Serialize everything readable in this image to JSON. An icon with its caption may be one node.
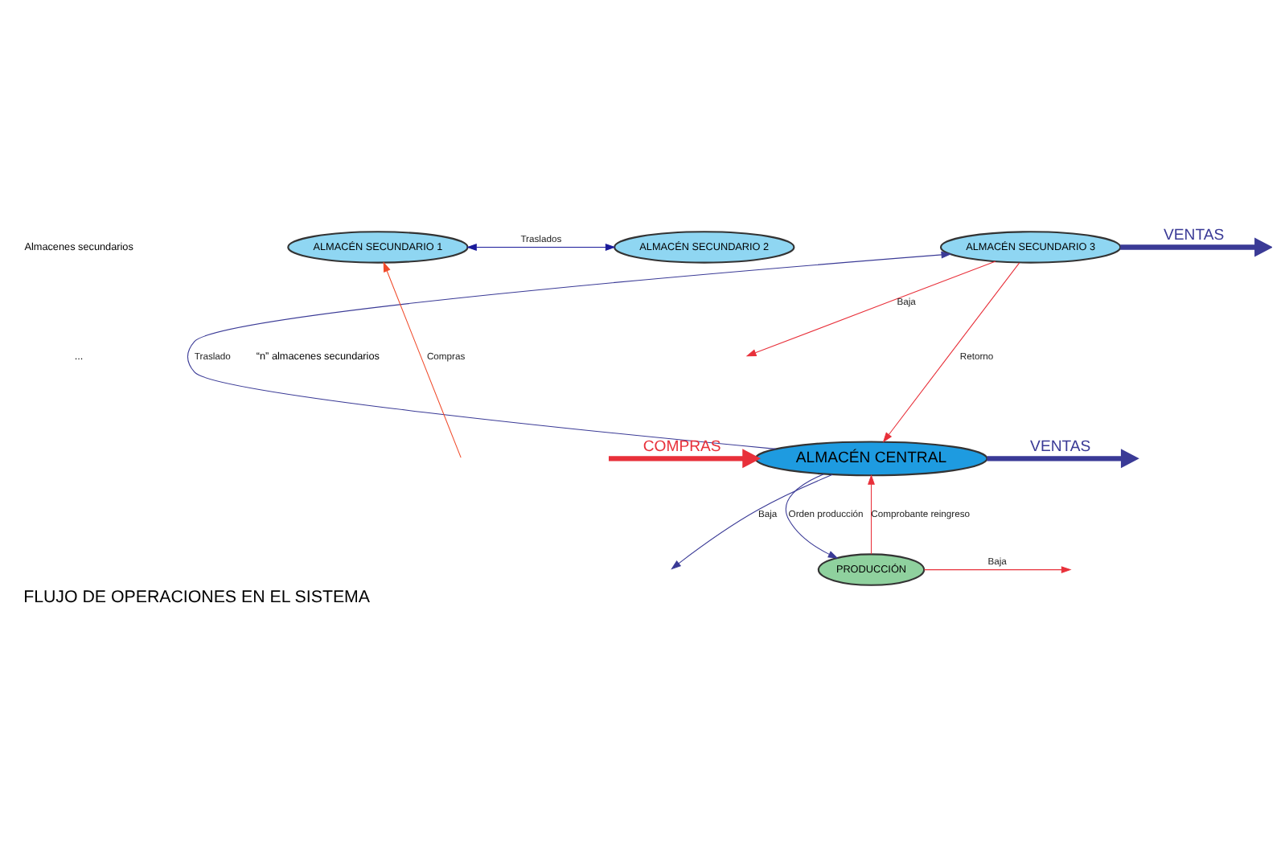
{
  "diagram": {
    "title": "FLUJO DE OPERACIONES EN EL SISTEMA",
    "nodes": [
      {
        "text": [
          "ALMACÉN SECUNDARIO 1"
        ]
      },
      {
        "text": [
          "ALMACÉN SECUNDARIO 2"
        ]
      },
      {
        "text": [
          "ALMACÉN SECUNDARIO 3"
        ]
      },
      {
        "text": [
          "ALMACÉN CENTRAL"
        ]
      },
      {
        "text": [
          "PRODUCCIÓN"
        ]
      }
    ],
    "edges": [
      {
        "from": 0,
        "to": 1,
        "arrow": "both",
        "label": "Traslados",
        "color": "#1a1a9a"
      },
      {
        "from": 2,
        "to": null,
        "arrow": "to",
        "label": "Baja",
        "color": "#e8303a"
      },
      {
        "from": 2,
        "to": null,
        "arrow": "to",
        "label": "VENTAS",
        "style": "thick",
        "color": "#3a3a96"
      },
      {
        "from": null,
        "to": 0,
        "arrow": "to",
        "label": "Compras",
        "color": "#f04a2a"
      },
      {
        "from": 2,
        "to": 3,
        "arrow": "to",
        "label": "Retorno",
        "color": "#e8303a"
      },
      {
        "from": 3,
        "to": 2,
        "arrow": "to",
        "label": "Traslado",
        "color": "#3a3a96"
      },
      {
        "from": 3,
        "to": null,
        "arrow": "to",
        "label": "Baja",
        "color": "#3a3a96"
      },
      {
        "from": null,
        "to": 3,
        "arrow": "to",
        "label": "COMPRAS",
        "style": "thick",
        "color": "#e8303a"
      },
      {
        "from": 3,
        "to": null,
        "arrow": "to",
        "label": "VENTAS",
        "style": "thick",
        "color": "#3a3a96"
      },
      {
        "from": 4,
        "to": 3,
        "arrow": "to",
        "label": "Comprobante reingreso",
        "color": "#e8303a"
      },
      {
        "from": 3,
        "to": 4,
        "arrow": "to",
        "label": "Orden producción",
        "color": "#3a3a96"
      },
      {
        "from": 4,
        "to": null,
        "arrow": "to",
        "label": "Baja",
        "color": "#e8303a"
      }
    ],
    "labels": [
      "Almacenes secundarios",
      "...",
      "“n” almacenes secundarios"
    ]
  }
}
